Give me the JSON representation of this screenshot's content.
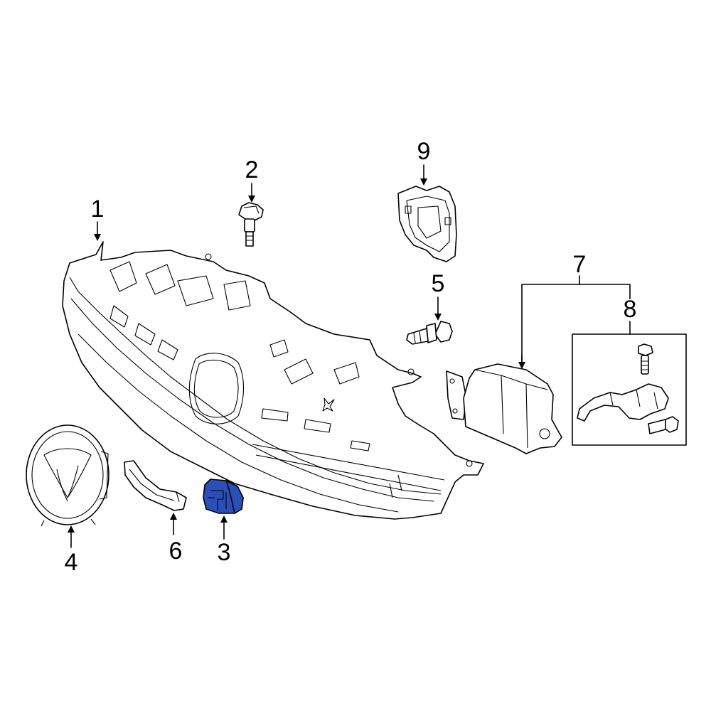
{
  "callouts": [
    {
      "id": "1",
      "label": "1"
    },
    {
      "id": "2",
      "label": "2"
    },
    {
      "id": "3",
      "label": "3"
    },
    {
      "id": "4",
      "label": "4"
    },
    {
      "id": "5",
      "label": "5"
    },
    {
      "id": "6",
      "label": "6"
    },
    {
      "id": "7",
      "label": "7"
    },
    {
      "id": "8",
      "label": "8"
    },
    {
      "id": "9",
      "label": "9"
    }
  ],
  "highlight": {
    "part": "3",
    "color": "#2b4fb8"
  },
  "colors": {
    "line": "#000000",
    "background": "#ffffff"
  }
}
